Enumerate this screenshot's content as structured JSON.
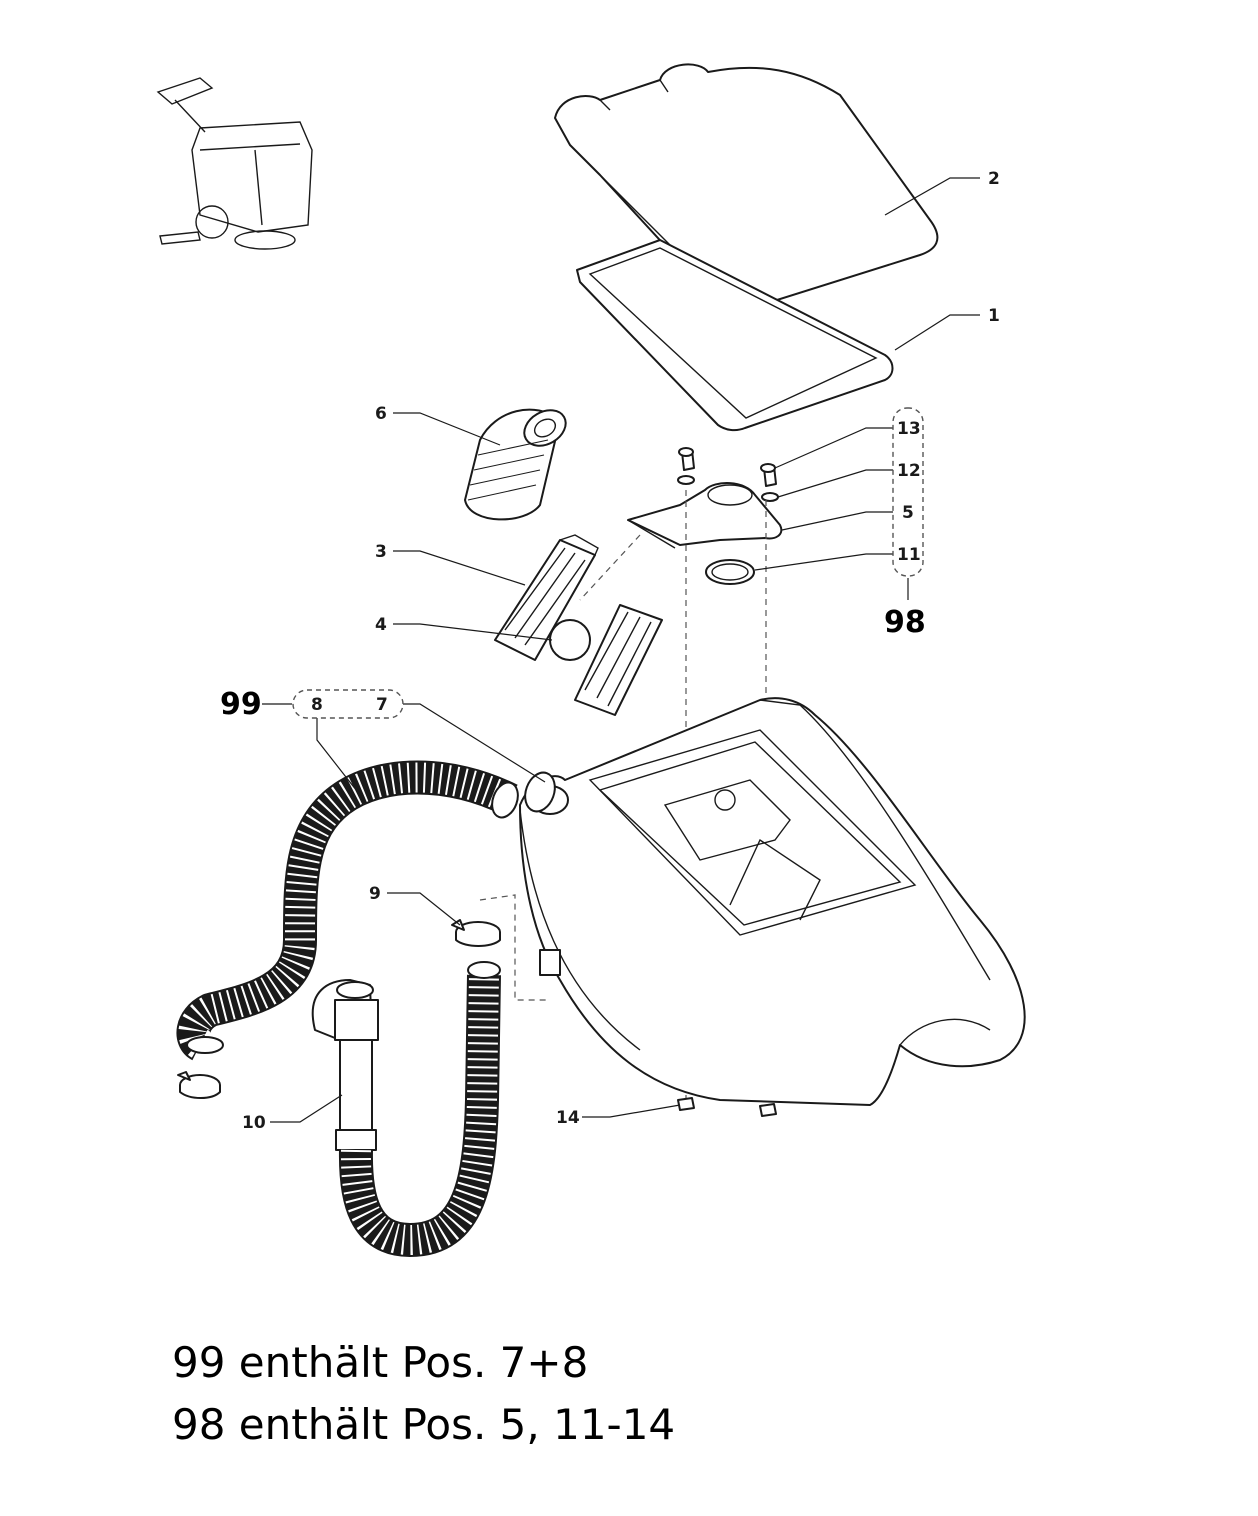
{
  "callouts": {
    "c1": "1",
    "c2": "2",
    "c3": "3",
    "c4": "4",
    "c5": "5",
    "c6": "6",
    "c7": "7",
    "c8": "8",
    "c9": "9",
    "c10": "10",
    "c11": "11",
    "c12": "12",
    "c13": "13",
    "c14": "14",
    "kit98": "98",
    "kit99": "99"
  },
  "notes": {
    "line1": "99 enthält Pos. 7+8",
    "line2": "98 enthält Pos. 5, 11-14"
  }
}
